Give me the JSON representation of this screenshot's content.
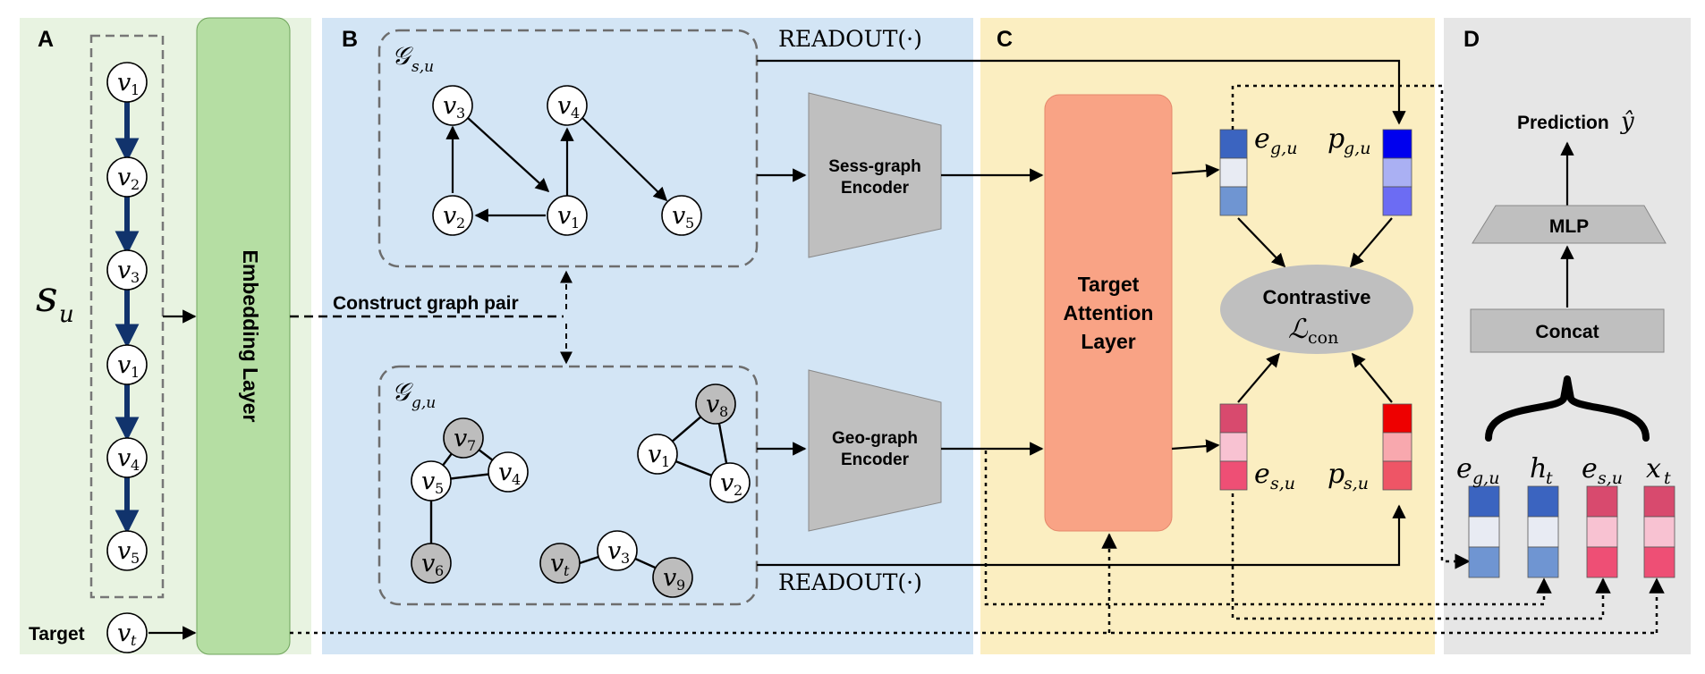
{
  "panels": {
    "a": {
      "letter": "A"
    },
    "b": {
      "letter": "B"
    },
    "c": {
      "letter": "C"
    },
    "d": {
      "letter": "D"
    }
  },
  "colors": {
    "panel_a_bg": "#e8f3e1",
    "panel_b_bg": "#d3e5f5",
    "panel_c_bg": "#fbeec1",
    "panel_d_bg": "#e6e6e6",
    "embedding": "#b5dea3",
    "attention": "#f9a385",
    "gray_box": "#bfbfbf",
    "seq_arrow": "#11336c",
    "gray_node": "#bdbdbd"
  },
  "sequence": {
    "label_main": "s",
    "label_sub": "u",
    "items": [
      {
        "main": "v",
        "sub": "1"
      },
      {
        "main": "v",
        "sub": "2"
      },
      {
        "main": "v",
        "sub": "3"
      },
      {
        "main": "v",
        "sub": "1"
      },
      {
        "main": "v",
        "sub": "4"
      },
      {
        "main": "v",
        "sub": "5"
      }
    ],
    "target_label": "Target",
    "target_node": {
      "main": "v",
      "sub": "t"
    }
  },
  "embedding_layer": {
    "label": "Embedding Layer"
  },
  "construct_label": "Construct graph pair",
  "session_graph": {
    "title_main": "𝒢",
    "title_sub": "s,u",
    "nodes": [
      {
        "main": "v",
        "sub": "3"
      },
      {
        "main": "v",
        "sub": "4"
      },
      {
        "main": "v",
        "sub": "2"
      },
      {
        "main": "v",
        "sub": "1"
      },
      {
        "main": "v",
        "sub": "5"
      }
    ]
  },
  "geo_graph": {
    "title_main": "𝒢",
    "title_sub": "g,u",
    "nodes": [
      {
        "main": "v",
        "sub": "7"
      },
      {
        "main": "v",
        "sub": "5"
      },
      {
        "main": "v",
        "sub": "4"
      },
      {
        "main": "v",
        "sub": "6"
      },
      {
        "main": "v",
        "sub": "8"
      },
      {
        "main": "v",
        "sub": "1"
      },
      {
        "main": "v",
        "sub": "2"
      },
      {
        "main": "v",
        "sub": "t"
      },
      {
        "main": "v",
        "sub": "3"
      },
      {
        "main": "v",
        "sub": "9"
      }
    ]
  },
  "readout_top": "READOUT(·)",
  "readout_bottom": "READOUT(·)",
  "sess_encoder": {
    "line1": "Sess-graph",
    "line2": "Encoder"
  },
  "geo_encoder": {
    "line1": "Geo-graph",
    "line2": "Encoder"
  },
  "attention_layer": {
    "line1": "Target",
    "line2": "Attention",
    "line3": "Layer"
  },
  "vectors": {
    "e_gu": {
      "main": "e",
      "sub": "g,u"
    },
    "p_gu": {
      "main": "p",
      "sub": "g,u"
    },
    "e_su": {
      "main": "e",
      "sub": "s,u"
    },
    "p_su": {
      "main": "p",
      "sub": "s,u"
    }
  },
  "contrastive": {
    "title": "Contrastive",
    "loss_main": "ℒ",
    "loss_sub": "con"
  },
  "prediction": {
    "label": "Prediction",
    "symbol": "ŷ"
  },
  "mlp_label": "MLP",
  "concat_label": "Concat",
  "concat_vectors": [
    {
      "main": "e",
      "sub": "g,u"
    },
    {
      "main": "h",
      "sub": "t"
    },
    {
      "main": "e",
      "sub": "s,u"
    },
    {
      "main": "x",
      "sub": "t"
    }
  ]
}
